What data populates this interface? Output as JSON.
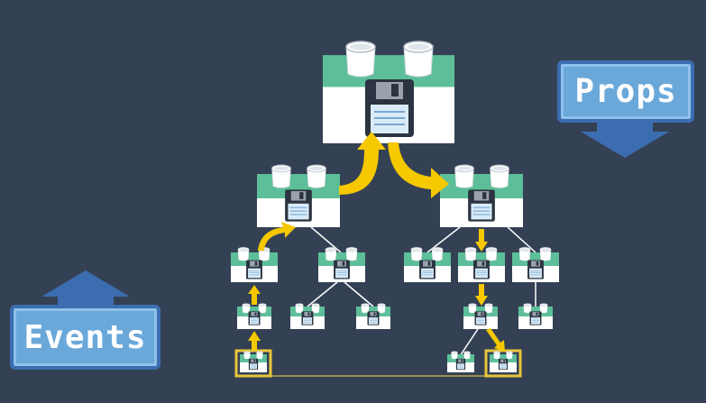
{
  "labels": {
    "props": "Props",
    "events": "Events"
  },
  "colors": {
    "background": "#344154",
    "component_green": "#5dbf99",
    "component_body": "#ffffff",
    "event_arrow": "#f5c800",
    "props_arrow": "#3c6db0",
    "tag_fill": "#6aa8da",
    "highlight": "#e8c53a",
    "link": "#ffffff"
  },
  "diagram": {
    "description_nodes": [
      "root",
      "child-left",
      "child-right",
      "gc-left-1",
      "gc-left-2",
      "gc-right-1",
      "gc-right-2",
      "gc-right-3",
      "leaf-1",
      "leaf-2",
      "leaf-3",
      "leaf-4",
      "leaf-5",
      "bottom-left-highlighted",
      "bottom-right-1",
      "bottom-right-highlighted"
    ]
  }
}
